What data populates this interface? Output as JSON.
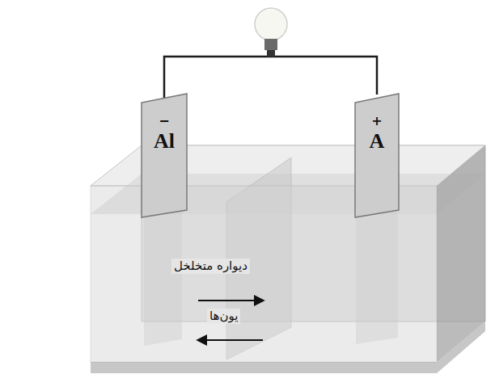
{
  "diagram": {
    "nodes": [
      {
        "text": [
          "−",
          "Al"
        ]
      },
      {
        "text": [
          "+",
          "A"
        ]
      }
    ],
    "edges": [
      {
        "from": 0,
        "to": 1,
        "arrow": "none"
      }
    ],
    "labels": [
      "دیواره متخلخل",
      "یون‌ها"
    ]
  }
}
